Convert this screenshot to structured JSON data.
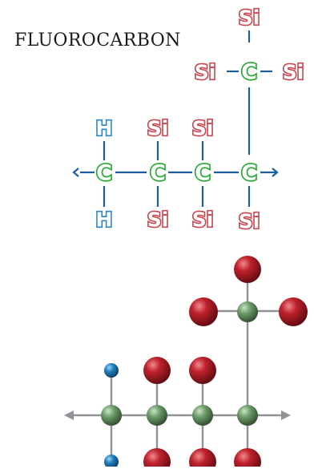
{
  "title": "FLUOROCARBON",
  "colors": {
    "silicon": "#c9454f",
    "carbon": "#1fa82a",
    "hydrogen": "#2a86c9",
    "bond": "#1f5e9c",
    "model_silicon": "#b3202b",
    "model_carbon": "#6d9a6a",
    "model_hydrogen": "#1f7fbd",
    "model_rod": "#8f9296"
  },
  "atoms": {
    "silicon": "Si",
    "carbon": "C",
    "hydrogen": "H"
  }
}
